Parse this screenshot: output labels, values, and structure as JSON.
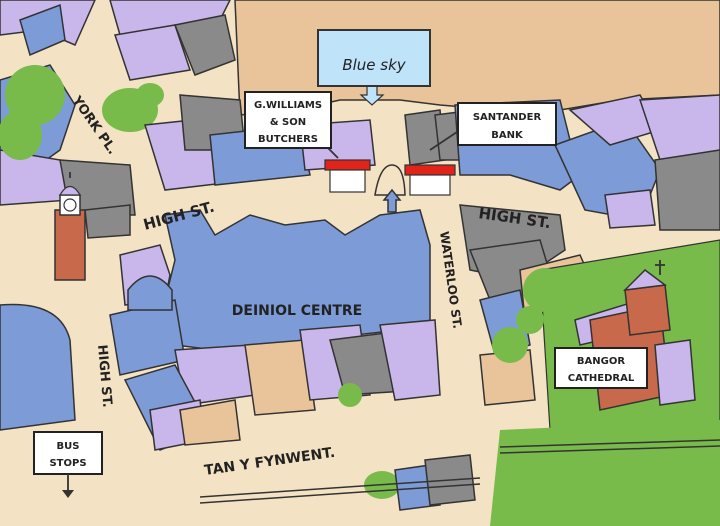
{
  "streets": {
    "york_pl": "YORK PL.",
    "high_st_left": "HIGH ST.",
    "high_st_right": "HIGH ST.",
    "high_st_vertical": "HIGH ST.",
    "waterloo_st": "WATERLOO ST.",
    "tan_y_fynwent": "TAN Y FYNWENT."
  },
  "places": {
    "blue_sky": "Blue sky",
    "butchers_line1": "G.WILLIAMS",
    "butchers_line2": "& SON",
    "butchers_line3": "BUTCHERS",
    "santander_line1": "SANTANDER",
    "santander_line2": "BANK",
    "deiniol_centre": "DEINIOL CENTRE",
    "cathedral_line1": "BANGOR",
    "cathedral_line2": "CATHEDRAL",
    "bus_line1": "BUS",
    "bus_line2": "STOPS"
  },
  "colors": {
    "road": "#f3e2c4",
    "blue": "#7d9bd6",
    "lilac": "#c9b6ea",
    "grey": "#8a8a8a",
    "tan": "#e9c49a",
    "green": "#78bb4a",
    "brick": "#c8694c",
    "red": "#e2231a",
    "sky_box": "#bfe3f8"
  }
}
